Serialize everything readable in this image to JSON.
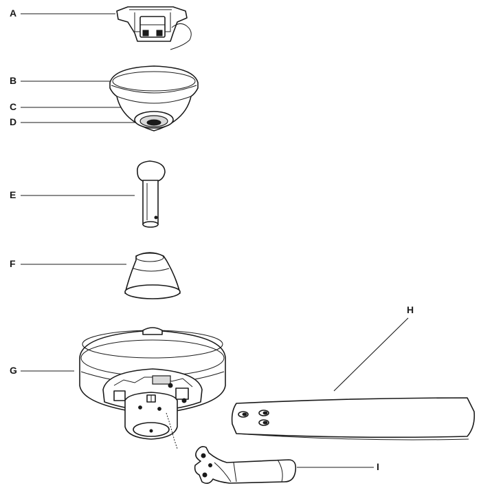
{
  "parts": [
    {
      "id": "A"
    },
    {
      "id": "B"
    },
    {
      "id": "C"
    },
    {
      "id": "D"
    },
    {
      "id": "E"
    },
    {
      "id": "F"
    },
    {
      "id": "G"
    },
    {
      "id": "H"
    },
    {
      "id": "I"
    }
  ],
  "colors": {
    "line": "#1a1a1a",
    "background": "#ffffff",
    "shade": "#d9d9d9"
  }
}
